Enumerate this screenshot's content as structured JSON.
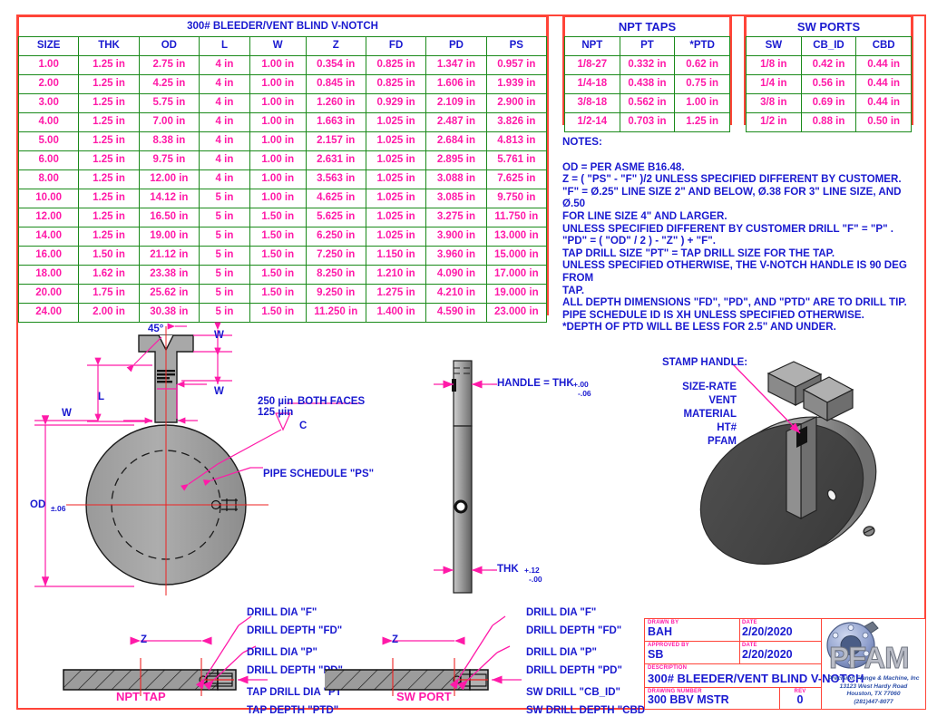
{
  "main_table": {
    "title": "300# BLEEDER/VENT BLIND V-NOTCH",
    "headers": [
      "SIZE",
      "THK",
      "OD",
      "L",
      "W",
      "Z",
      "FD",
      "PD",
      "PS"
    ],
    "rows": [
      [
        "1.00",
        "1.25 in",
        "2.75 in",
        "4 in",
        "1.00 in",
        "0.354 in",
        "0.825 in",
        "1.347 in",
        "0.957 in"
      ],
      [
        "2.00",
        "1.25 in",
        "4.25 in",
        "4 in",
        "1.00 in",
        "0.845 in",
        "0.825 in",
        "1.606 in",
        "1.939 in"
      ],
      [
        "3.00",
        "1.25 in",
        "5.75 in",
        "4 in",
        "1.00 in",
        "1.260 in",
        "0.929 in",
        "2.109 in",
        "2.900 in"
      ],
      [
        "4.00",
        "1.25 in",
        "7.00 in",
        "4 in",
        "1.00 in",
        "1.663 in",
        "1.025 in",
        "2.487 in",
        "3.826 in"
      ],
      [
        "5.00",
        "1.25 in",
        "8.38 in",
        "4 in",
        "1.00 in",
        "2.157 in",
        "1.025 in",
        "2.684 in",
        "4.813 in"
      ],
      [
        "6.00",
        "1.25 in",
        "9.75 in",
        "4 in",
        "1.00 in",
        "2.631 in",
        "1.025 in",
        "2.895 in",
        "5.761 in"
      ],
      [
        "8.00",
        "1.25 in",
        "12.00 in",
        "4 in",
        "1.00 in",
        "3.563 in",
        "1.025 in",
        "3.088 in",
        "7.625 in"
      ],
      [
        "10.00",
        "1.25 in",
        "14.12 in",
        "5 in",
        "1.00 in",
        "4.625 in",
        "1.025 in",
        "3.085 in",
        "9.750 in"
      ],
      [
        "12.00",
        "1.25 in",
        "16.50 in",
        "5 in",
        "1.50 in",
        "5.625 in",
        "1.025 in",
        "3.275 in",
        "11.750 in"
      ],
      [
        "14.00",
        "1.25 in",
        "19.00 in",
        "5 in",
        "1.50 in",
        "6.250 in",
        "1.025 in",
        "3.900 in",
        "13.000 in"
      ],
      [
        "16.00",
        "1.50 in",
        "21.12 in",
        "5 in",
        "1.50 in",
        "7.250 in",
        "1.150 in",
        "3.960 in",
        "15.000 in"
      ],
      [
        "18.00",
        "1.62 in",
        "23.38 in",
        "5 in",
        "1.50 in",
        "8.250 in",
        "1.210 in",
        "4.090 in",
        "17.000 in"
      ],
      [
        "20.00",
        "1.75 in",
        "25.62 in",
        "5 in",
        "1.50 in",
        "9.250 in",
        "1.275 in",
        "4.210 in",
        "19.000 in"
      ],
      [
        "24.00",
        "2.00 in",
        "30.38 in",
        "5 in",
        "1.50 in",
        "11.250 in",
        "1.400 in",
        "4.590 in",
        "23.000 in"
      ]
    ]
  },
  "npt_table": {
    "title": "NPT TAPS",
    "headers": [
      "NPT",
      "PT",
      "*PTD"
    ],
    "rows": [
      [
        "1/8-27",
        "0.332 in",
        "0.62 in"
      ],
      [
        "1/4-18",
        "0.438 in",
        "0.75 in"
      ],
      [
        "3/8-18",
        "0.562 in",
        "1.00 in"
      ],
      [
        "1/2-14",
        "0.703 in",
        "1.25 in"
      ]
    ]
  },
  "sw_table": {
    "title": "SW PORTS",
    "headers": [
      "SW",
      "CB_ID",
      "CBD"
    ],
    "rows": [
      [
        "1/8 in",
        "0.42 in",
        "0.44 in"
      ],
      [
        "1/4 in",
        "0.56 in",
        "0.44 in"
      ],
      [
        "3/8 in",
        "0.69 in",
        "0.44 in"
      ],
      [
        "1/2 in",
        "0.88 in",
        "0.50 in"
      ]
    ]
  },
  "notes": {
    "heading": "NOTES:",
    "lines": [
      "OD = PER ASME B16.48.",
      "Z = ( \"PS\" - \"F\" )/2 UNLESS SPECIFIED DIFFERENT BY CUSTOMER.",
      "\"F\"  = Ø.25\" LINE SIZE 2\" AND BELOW, Ø.38 FOR 3\" LINE SIZE, AND Ø.50",
      "FOR LINE SIZE 4\" AND LARGER.",
      "UNLESS SPECIFIED DIFFERENT BY CUSTOMER DRILL \"F\" = \"P\" .",
      "\"PD\" = ( \"OD\" / 2 ) - \"Z\" ) + \"F\".",
      "TAP DRILL SIZE \"PT\" = TAP DRILL SIZE FOR THE TAP.",
      "UNLESS SPECIFIED OTHERWISE, THE V-NOTCH HANDLE IS 90 DEG FROM",
      "TAP.",
      "ALL DEPTH DIMENSIONS \"FD\", \"PD\", AND \"PTD\" ARE TO DRILL TIP.",
      "PIPE SCHEDULE ID IS XH UNLESS SPECIFIED OTHERWISE.",
      "*DEPTH OF PTD WILL BE LESS FOR 2.5\" AND UNDER."
    ]
  },
  "front_view": {
    "angle": "45°",
    "w1": "W",
    "w2": "W",
    "w3": "W",
    "l": "L",
    "od": "OD",
    "od_tol": "±.06",
    "finish_top": "250 µin",
    "finish_bottom": "125 µin",
    "finish_both": "BOTH FACES",
    "finish_letter": "C",
    "pipe_schedule": "PIPE SCHEDULE \"PS\""
  },
  "side_view": {
    "handle": "HANDLE = THK",
    "handle_tol_top": "+.00",
    "handle_tol_bottom": "-.06",
    "thk": "THK",
    "thk_tol_top": "+.12",
    "thk_tol_bottom": "-.00"
  },
  "iso_view": {
    "stamp_handle": "STAMP HANDLE:",
    "stamp_lines": [
      "SIZE-RATE",
      "VENT",
      "MATERIAL",
      "HT#",
      "PFAM"
    ]
  },
  "npt_detail": {
    "caption": "NPT TAP",
    "z": "Z",
    "callouts": [
      "DRILL DIA \"F\"",
      "DRILL DEPTH \"FD\"",
      "DRILL DIA \"P\"",
      "DRILL DEPTH \"PD\"",
      "TAP DRILL DIA \"PT\"",
      "TAP DEPTH \"PTD\""
    ]
  },
  "sw_detail": {
    "caption": "SW PORT",
    "z": "Z",
    "callouts": [
      "DRILL DIA \"F\"",
      "DRILL DEPTH \"FD\"",
      "DRILL DIA \"P\"",
      "DRILL DEPTH \"PD\"",
      "SW DRILL \"CB_ID\"",
      "SW DRILL DEPTH \"CBD\""
    ]
  },
  "title_block": {
    "drawn_by_label": "DRAWN BY",
    "drawn_by": "BAH",
    "drawn_date_label": "DATE",
    "drawn_date": "2/20/2020",
    "approved_by_label": "APPROVED BY",
    "approved_by": "SB",
    "approved_date_label": "DATE",
    "approved_date": "2/20/2020",
    "description_label": "DESCRIPTION",
    "description": "300# BLEEDER/VENT BLIND V-NOTCH",
    "drawing_number_label": "DRAWING NUMBER",
    "drawing_number": "300 BBV MSTR",
    "rev_label": "REV",
    "rev": "0"
  },
  "logo": {
    "mark": "PFAM",
    "company": "Precision Flange & Machine, Inc",
    "address1": "13123 West Hardy Road",
    "address2": "Houston, TX 77060",
    "phone": "(281)447-8077"
  },
  "colors": {
    "frame_red": "#ff4438",
    "table_grid_green": "#1a8a1a",
    "header_blue": "#1a1ad0",
    "value_magenta": "#ff1aa8",
    "dim_magenta": "#ff1aa8",
    "centerline_red": "#ee2222",
    "steel_gray": "#a0a0a0"
  }
}
